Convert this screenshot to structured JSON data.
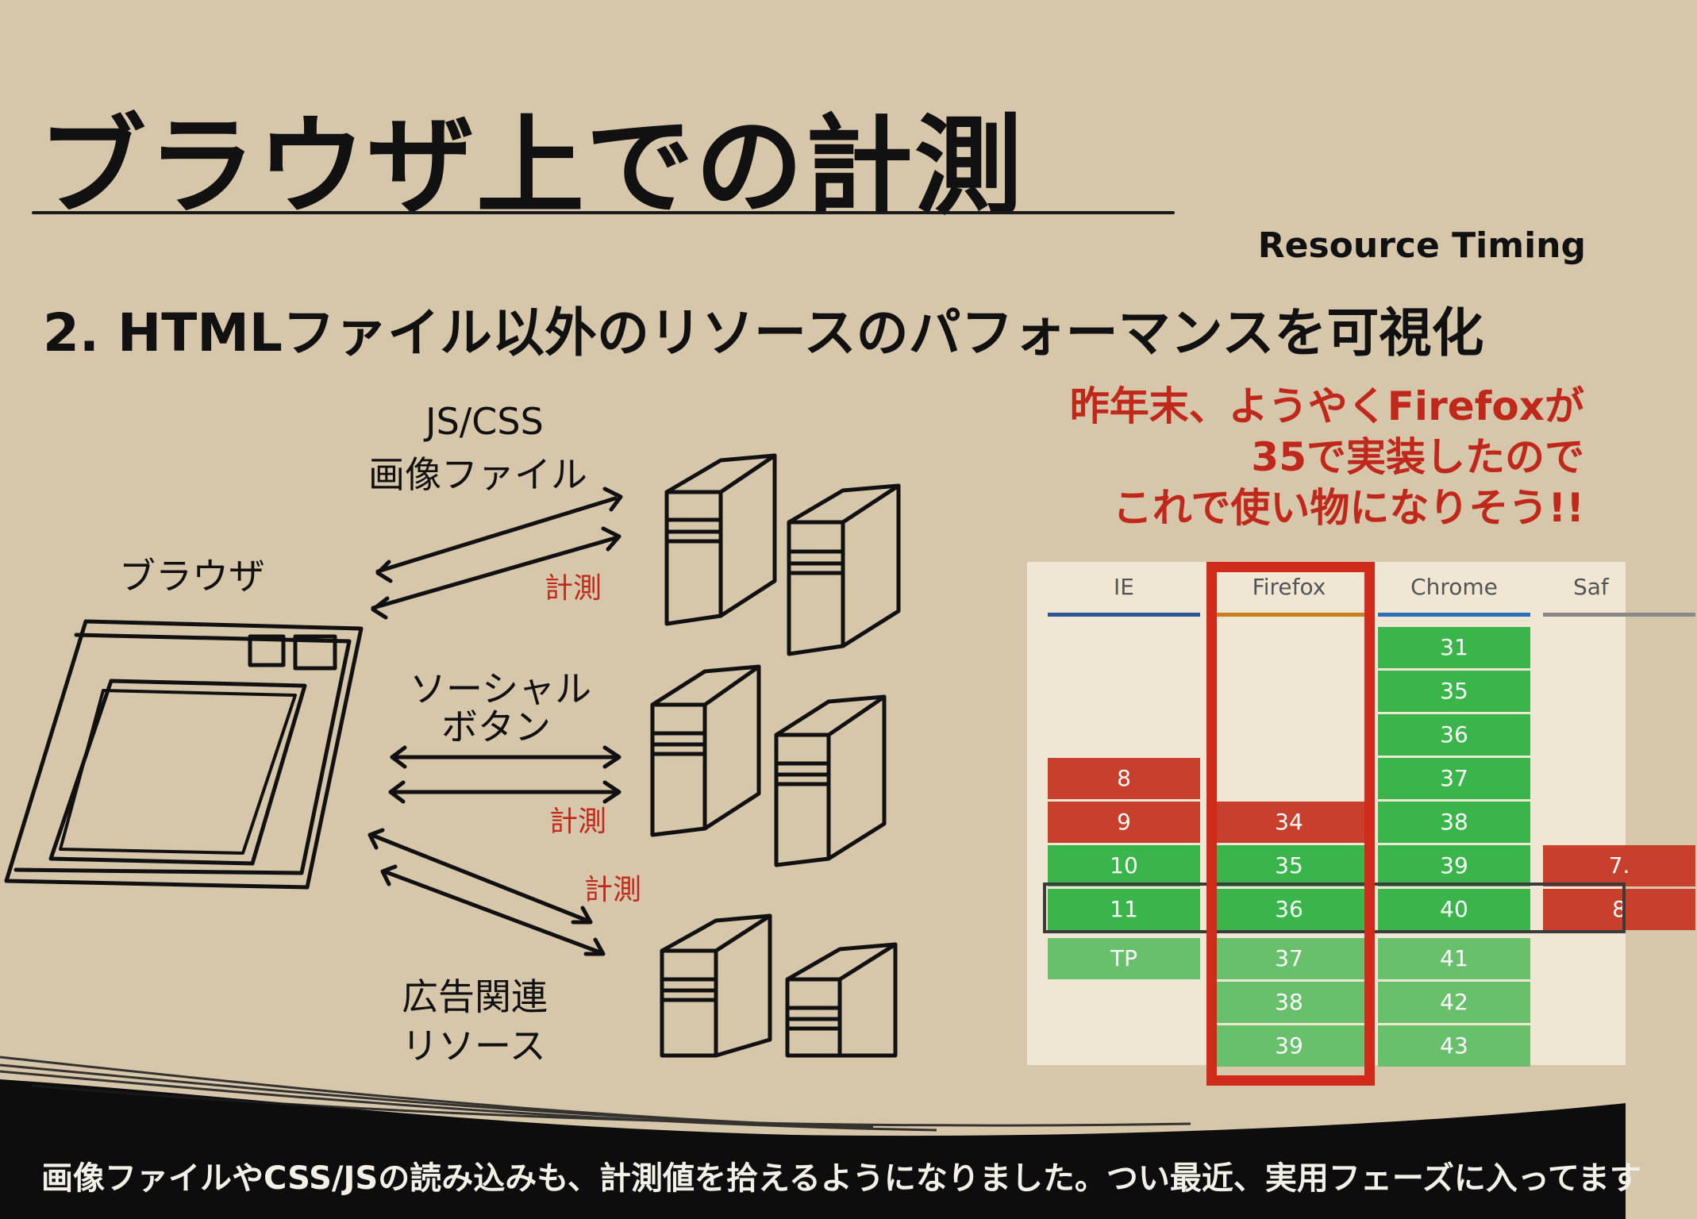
{
  "title": "ブラウザ上での計測",
  "top_right_label": "Resource Timing",
  "subtitle": "2. HTMLファイル以外のリソースのパフォーマンスを可視化",
  "diagram": {
    "browser_label": "ブラウザ",
    "group1_line1": "JS/CSS",
    "group1_line2": "画像ファイル",
    "group2_line1": "ソーシャル",
    "group2_line2": "ボタン",
    "group3_line1": "広告関連",
    "group3_line2": "リソース",
    "measure_label": "計測"
  },
  "callout": {
    "line1": "昨年末、ようやくFirefoxが",
    "line2": "35で実装したので",
    "line3": "これで使い物になりそう!!"
  },
  "support_table": {
    "columns": [
      {
        "name": "IE",
        "bar_color": "#2b5797"
      },
      {
        "name": "Firefox",
        "bar_color": "#c8801f"
      },
      {
        "name": "Chrome",
        "bar_color": "#2b6fb5"
      },
      {
        "name": "Saf",
        "bar_color": "#888888"
      }
    ],
    "ie": [
      {
        "v": "8",
        "s": "no"
      },
      {
        "v": "9",
        "s": "no"
      },
      {
        "v": "10",
        "s": "yes"
      },
      {
        "v": "11",
        "s": "yes"
      },
      {
        "v": "TP",
        "s": "future"
      }
    ],
    "firefox": [
      {
        "v": "34",
        "s": "no"
      },
      {
        "v": "35",
        "s": "yes"
      },
      {
        "v": "36",
        "s": "yes"
      },
      {
        "v": "37",
        "s": "future"
      },
      {
        "v": "38",
        "s": "future"
      },
      {
        "v": "39",
        "s": "future"
      }
    ],
    "chrome": [
      {
        "v": "31",
        "s": "yes"
      },
      {
        "v": "35",
        "s": "yes"
      },
      {
        "v": "36",
        "s": "yes"
      },
      {
        "v": "37",
        "s": "yes"
      },
      {
        "v": "38",
        "s": "yes"
      },
      {
        "v": "39",
        "s": "yes"
      },
      {
        "v": "40",
        "s": "yes"
      },
      {
        "v": "41",
        "s": "future"
      },
      {
        "v": "42",
        "s": "future"
      },
      {
        "v": "43",
        "s": "future"
      }
    ],
    "safari": [
      {
        "v": "7.",
        "s": "no"
      },
      {
        "v": "8",
        "s": "no"
      }
    ],
    "colors": {
      "no": "#c8402b",
      "yes": "#39b54a",
      "future": "#68c06b"
    }
  },
  "footer": "画像ファイルやCSS/JSの読み込みも、計測値を拾えるようになりました。つい最近、実用フェーズに入ってます"
}
